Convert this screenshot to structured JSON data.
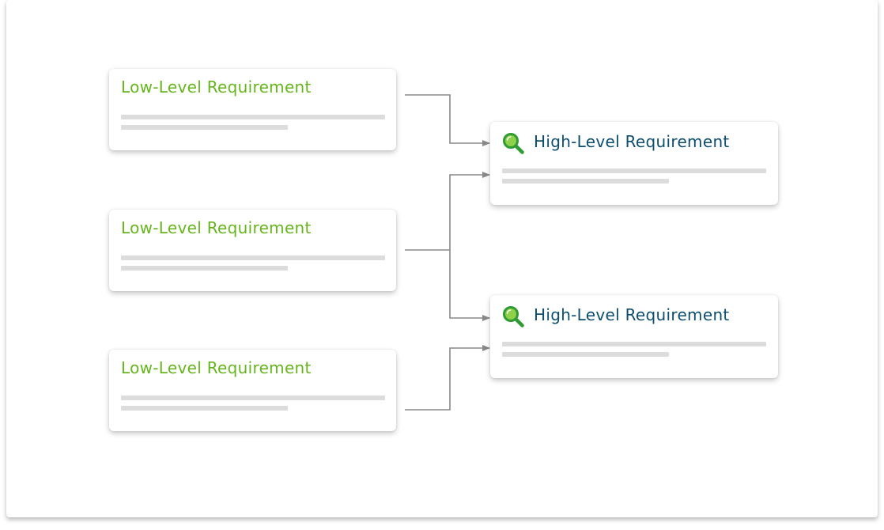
{
  "colors": {
    "low_title": "#66b51c",
    "high_title": "#0d4d6e",
    "connector": "#888888",
    "icon_ring": "#2e9c33",
    "icon_lens": "#8fd14a",
    "placeholder_bar": "#dcdcdc"
  },
  "low_level_requirements": [
    {
      "title": "Low-Level Requirement"
    },
    {
      "title": "Low-Level Requirement"
    },
    {
      "title": "Low-Level Requirement"
    }
  ],
  "high_level_requirements": [
    {
      "title": "High-Level Requirement",
      "icon": "search-icon"
    },
    {
      "title": "High-Level Requirement",
      "icon": "search-icon"
    }
  ],
  "links": [
    {
      "from": 0,
      "to": [
        0
      ]
    },
    {
      "from": 1,
      "to": [
        0,
        1
      ]
    },
    {
      "from": 2,
      "to": [
        1
      ]
    }
  ]
}
